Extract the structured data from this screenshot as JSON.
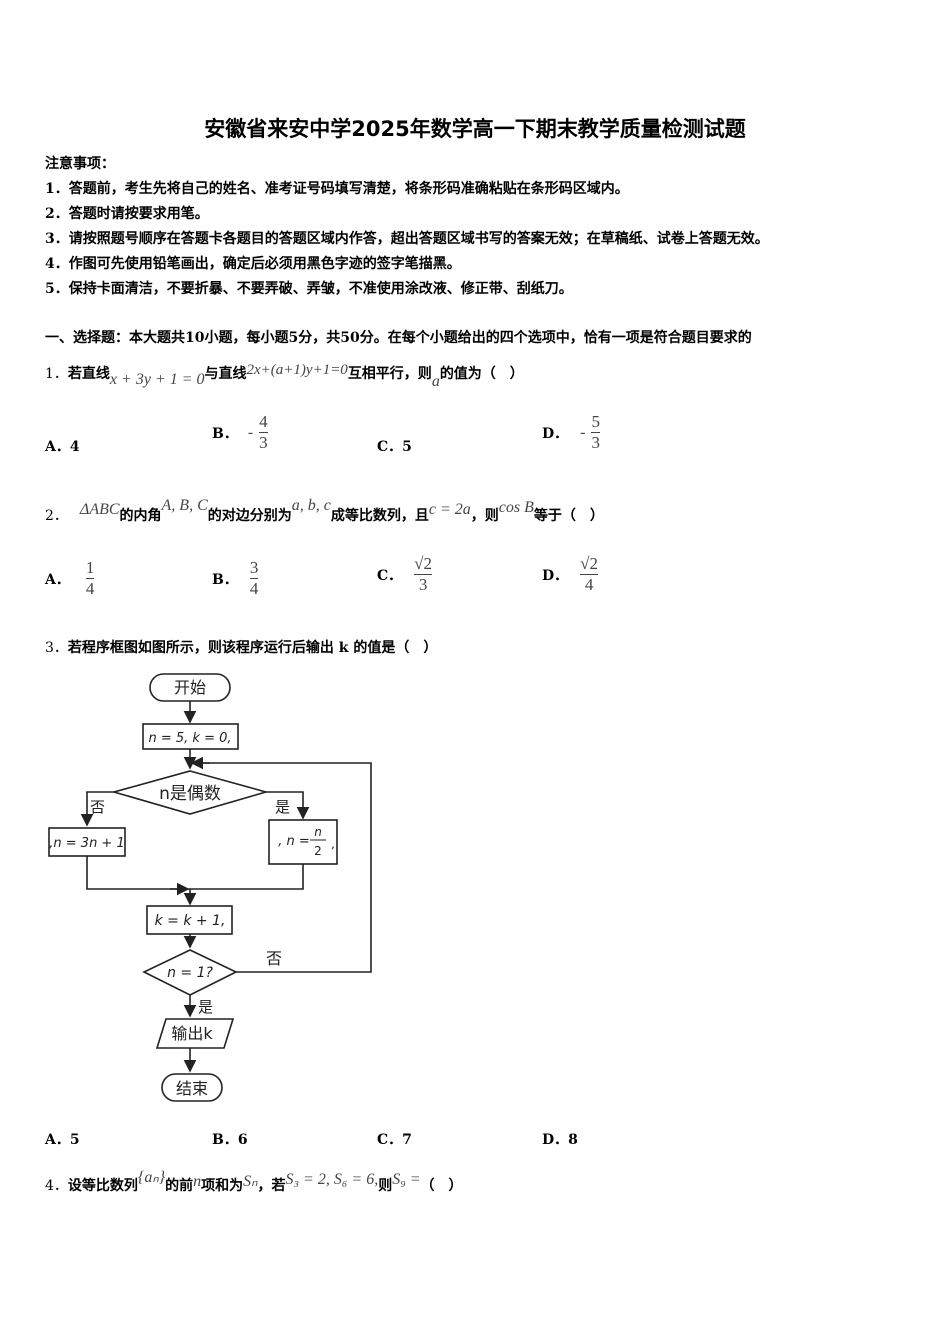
{
  "title": "安徽省来安中学2025年数学高一下期末教学质量检测试题",
  "notes": {
    "heading": "注意事项：",
    "items": [
      "1．答题前，考生先将自己的姓名、准考证号码填写清楚，将条形码准确粘贴在条形码区域内。",
      "2．答题时请按要求用笔。",
      "3．请按照题号顺序在答题卡各题目的答题区域内作答，超出答题区域书写的答案无效；在草稿纸、试卷上答题无效。",
      "4．作图可先使用铅笔画出，确定后必须用黑色字迹的签字笔描黑。",
      "5．保持卡面清洁，不要折暴、不要弄破、弄皱，不准使用涂改液、修正带、刮纸刀。"
    ]
  },
  "section1": "一、选择题：本大题共10小题，每小题5分，共50分。在每个小题给出的四个选项中，恰有一项是符合题目要求的",
  "q1": {
    "num": "1．",
    "t1": "若直线",
    "m1": "x + 3y + 1 = 0",
    "t2": "与直线",
    "m2": "2x+(a+1)y+1=0",
    "t3": "互相平行，则",
    "m3": "a",
    "t4": "的值为（　）",
    "options": [
      {
        "label": "A．",
        "text": "4"
      },
      {
        "label": "B．",
        "sign": "-",
        "num": "4",
        "den": "3"
      },
      {
        "label": "C．",
        "text": "5"
      },
      {
        "label": "D．",
        "sign": "-",
        "num": "5",
        "den": "3"
      }
    ]
  },
  "q2": {
    "num": "2．",
    "m1": "ΔABC",
    "t1": "的内角",
    "m2": "A, B, C",
    "t2": "的对边分别为",
    "m3": "a, b, c",
    "t3": "成等比数列，且",
    "m4": "c = 2a",
    "t4": "，则",
    "m5": "cos B",
    "t5": "等于（　）",
    "options": [
      {
        "label": "A．",
        "num": "1",
        "den": "4"
      },
      {
        "label": "B．",
        "num": "3",
        "den": "4"
      },
      {
        "label": "C．",
        "num": "√2",
        "den": "3"
      },
      {
        "label": "D．",
        "num": "√2",
        "den": "4"
      }
    ]
  },
  "q3": {
    "num": "3．",
    "text": "若程序框图如图所示，则该程序运行后输出 k 的值是（　）",
    "flow": {
      "start": "开始",
      "init": "n = 5, k = 0,",
      "cond1": "n是偶数",
      "no1": "否",
      "yes1": "是",
      "odd": ",n = 3n + 1",
      "even_pre": ", n =",
      "even_num": "n",
      "even_den": "2",
      "even_post": ",",
      "inc": "k = k + 1,",
      "cond2": "n = 1?",
      "no2": "否",
      "yes2": "是",
      "output": "输出k",
      "end": "结束"
    },
    "options": [
      {
        "label": "A．",
        "text": "5"
      },
      {
        "label": "B．",
        "text": "6"
      },
      {
        "label": "C．",
        "text": "7"
      },
      {
        "label": "D．",
        "text": "8"
      }
    ]
  },
  "q4": {
    "num": "4．",
    "t1": "设等比数列",
    "m1": "{aₙ}",
    "t2": "的前",
    "m2": "n",
    "t3": "项和为",
    "m3": "Sₙ",
    "t4": "，若",
    "m4": "S₃ = 2, S₆ = 6,",
    "t5": "则",
    "m5": "S₉ =",
    "t6": "（　）"
  }
}
